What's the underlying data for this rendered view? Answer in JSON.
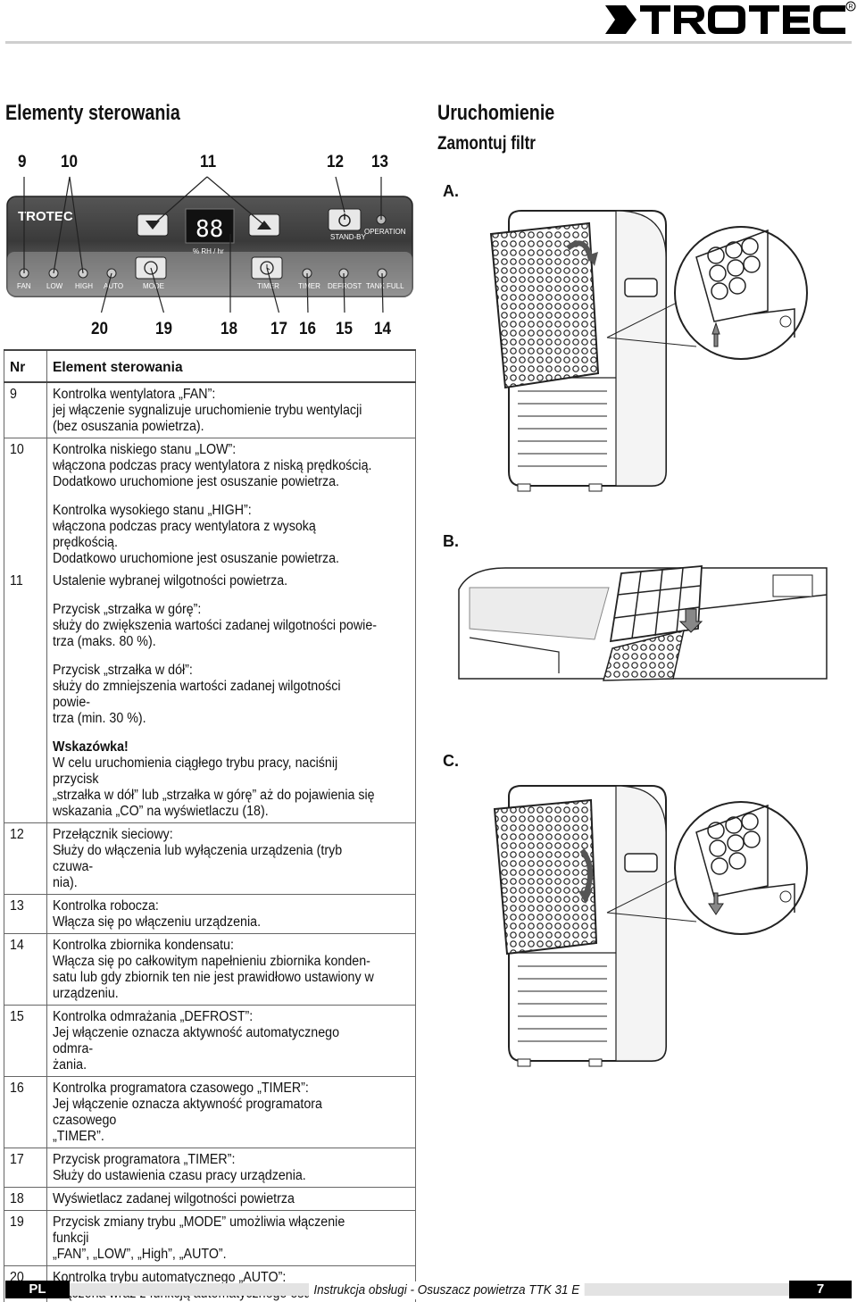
{
  "brand": {
    "name": "TROTEC"
  },
  "headings": {
    "left": "Elementy sterowania",
    "right": "Uruchomienie",
    "right_sub": "Zamontuj filtr"
  },
  "figures": {
    "a": "A.",
    "b": "B.",
    "c": "C."
  },
  "callouts_top": [
    "9",
    "10",
    "11",
    "12",
    "13"
  ],
  "callouts_bottom": [
    "20",
    "19",
    "18",
    "17",
    "16",
    "15",
    "14"
  ],
  "panel": {
    "display": "88",
    "display_unit": "% RH / hr",
    "standby": "STAND-BY",
    "operation": "OPERATION",
    "labels": [
      "FAN",
      "LOW",
      "HIGH",
      "AUTO",
      "MODE",
      "TIMER",
      "TIMER",
      "DEFROST",
      "TANK FULL"
    ]
  },
  "table": {
    "col_nr": "Nr",
    "col_element": "Element sterowania",
    "rows": [
      {
        "nr": "9",
        "text": "Kontrolka wentylatora „FAN”:\njej włączenie sygnalizuje uruchomienie trybu wentylacji\n(bez osuszania powietrza)."
      },
      {
        "nr": "10",
        "text": "Kontrolka niskiego stanu „LOW”:\nwłączona podczas pracy wentylatora z niską prędkością.\nDodatkowo uruchomione jest osuszanie powietrza.",
        "text2": "Kontrolka wysokiego stanu „HIGH”:\nwłączona podczas pracy wentylatora z wysoką prędkością.\nDodatkowo uruchomione jest osuszanie powietrza."
      },
      {
        "nr": "11",
        "text": "Ustalenie wybranej wilgotności powietrza.",
        "text2": "Przycisk „strzałka w górę”:\nsłuży do zwiększenia wartości zadanej wilgotności powie-\ntrza (maks. 80 %).",
        "text3": "Przycisk „strzałka w dół”:\nsłuży do zmniejszenia wartości zadanej wilgotności powie-\ntrza (min. 30 %).",
        "note_title": "Wskazówka!",
        "note": "W celu uruchomienia ciągłego trybu pracy, naciśnij przycisk\n„strzałka w dół” lub „strzałka w górę” aż do pojawienia się\nwskazania „CO” na wyświetlaczu (18)."
      },
      {
        "nr": "12",
        "text": "Przełącznik sieciowy:\nSłuży do włączenia lub wyłączenia urządzenia (tryb czuwa-\nnia)."
      },
      {
        "nr": "13",
        "text": "Kontrolka robocza:\nWłącza się po włączeniu urządzenia."
      },
      {
        "nr": "14",
        "text": "Kontrolka zbiornika kondensatu:\nWłącza się po całkowitym napełnieniu zbiornika konden-\nsatu lub gdy zbiornik ten nie jest prawidłowo ustawiony w\nurządzeniu."
      },
      {
        "nr": "15",
        "text": "Kontrolka odmrażania „DEFROST”:\nJej włączenie oznacza aktywność automatycznego odmra-\nżania."
      },
      {
        "nr": "16",
        "text": "Kontrolka programatora czasowego „TIMER”:\nJej włączenie oznacza aktywność programatora czasowego\n„TIMER”."
      },
      {
        "nr": "17",
        "text": "Przycisk programatora „TIMER”:\nSłuży do ustawienia czasu pracy urządzenia."
      },
      {
        "nr": "18",
        "text": "Wyświetlacz zadanej wilgotności powietrza"
      },
      {
        "nr": "19",
        "text": "Przycisk zmiany trybu „MODE” umożliwia włączenie funkcji\n„FAN”, „LOW”, „High”, „AUTO”."
      },
      {
        "nr": "20",
        "text": "Kontrolka trybu automatycznego „AUTO”:\nwłączona wraz z funkcją automatycznego osuszania."
      }
    ]
  },
  "footer": {
    "lang": "PL",
    "title": "Instrukcja obsługi - Osuszacz powietrza TTK 31 E",
    "page": "7"
  }
}
